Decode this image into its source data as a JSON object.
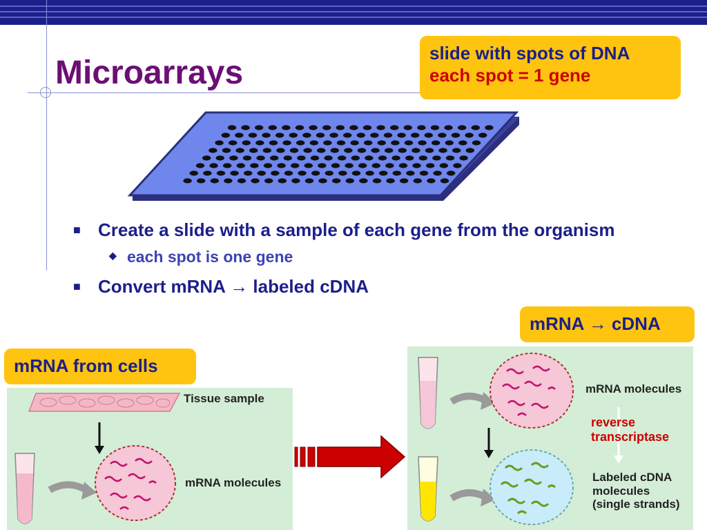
{
  "title": "Microarrays",
  "callout_top": {
    "line1": "slide with spots of DNA",
    "line2": "each spot = 1 gene"
  },
  "bullets": [
    {
      "text": "Create a slide with a sample of each gene from the organism"
    },
    {
      "sub": "each spot is one gene"
    },
    {
      "text": "Convert mRNA → labeled cDNA"
    }
  ],
  "callout_mrna_cdna": "mRNA → cDNA",
  "callout_cells": "mRNA from cells",
  "left_panel": {
    "tissue_label": "Tissue sample",
    "mrna_label": "mRNA molecules"
  },
  "right_panel": {
    "mrna_label": "mRNA molecules",
    "reverse_line1": "reverse",
    "reverse_line2": "transcriptase",
    "cdna_line1": "Labeled cDNA",
    "cdna_line2": "molecules",
    "cdna_line3": "(single strands)"
  },
  "colors": {
    "title": "#6b0f74",
    "accent": "#1b1f8a",
    "callout": "#ffc40f",
    "slide": "#6f86ec",
    "panel": "#d4edd7",
    "arrow": "#cc0000"
  }
}
